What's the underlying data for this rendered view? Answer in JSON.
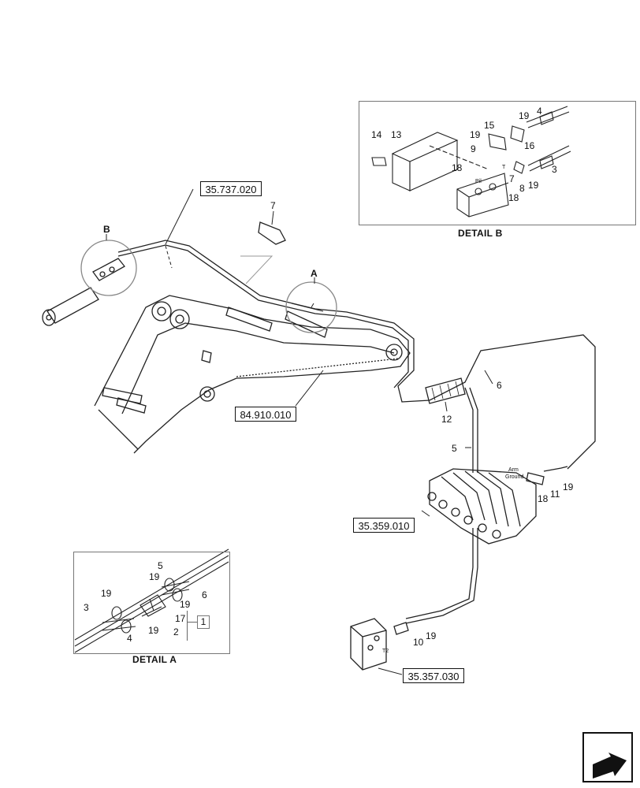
{
  "references": {
    "r1": "35.737.020",
    "r2": "84.910.010",
    "r3": "35.359.010",
    "r4": "35.357.030"
  },
  "details": {
    "a_title": "DETAIL A",
    "b_title": "DETAIL B",
    "a_marker": "A",
    "b_marker": "B"
  },
  "main_callouts": {
    "c7": "7",
    "c6": "6",
    "c12": "12",
    "c5": "5",
    "c19a": "19",
    "c11": "11",
    "c18": "18",
    "c10": "10",
    "c19b": "19",
    "arm": "Arm",
    "ground": "Ground",
    "t2": "T2"
  },
  "detail_b_callouts": {
    "c14": "14",
    "c13": "13",
    "c19a": "19",
    "c4": "4",
    "c15": "15",
    "c19b": "19",
    "c9": "9",
    "c16": "16",
    "c18a": "18",
    "c7": "7",
    "c8": "8",
    "c19c": "19",
    "c3": "3",
    "c18b": "18",
    "pil": "Pil",
    "t": "T"
  },
  "detail_a_callouts": {
    "c5": "5",
    "c19a": "19",
    "c6": "6",
    "c19b": "19",
    "c19c": "19",
    "c3": "3",
    "c17": "17",
    "c2": "2",
    "c19d": "19",
    "c4": "4",
    "c1": "1"
  },
  "icons": [
    "nav-arrow-icon"
  ]
}
